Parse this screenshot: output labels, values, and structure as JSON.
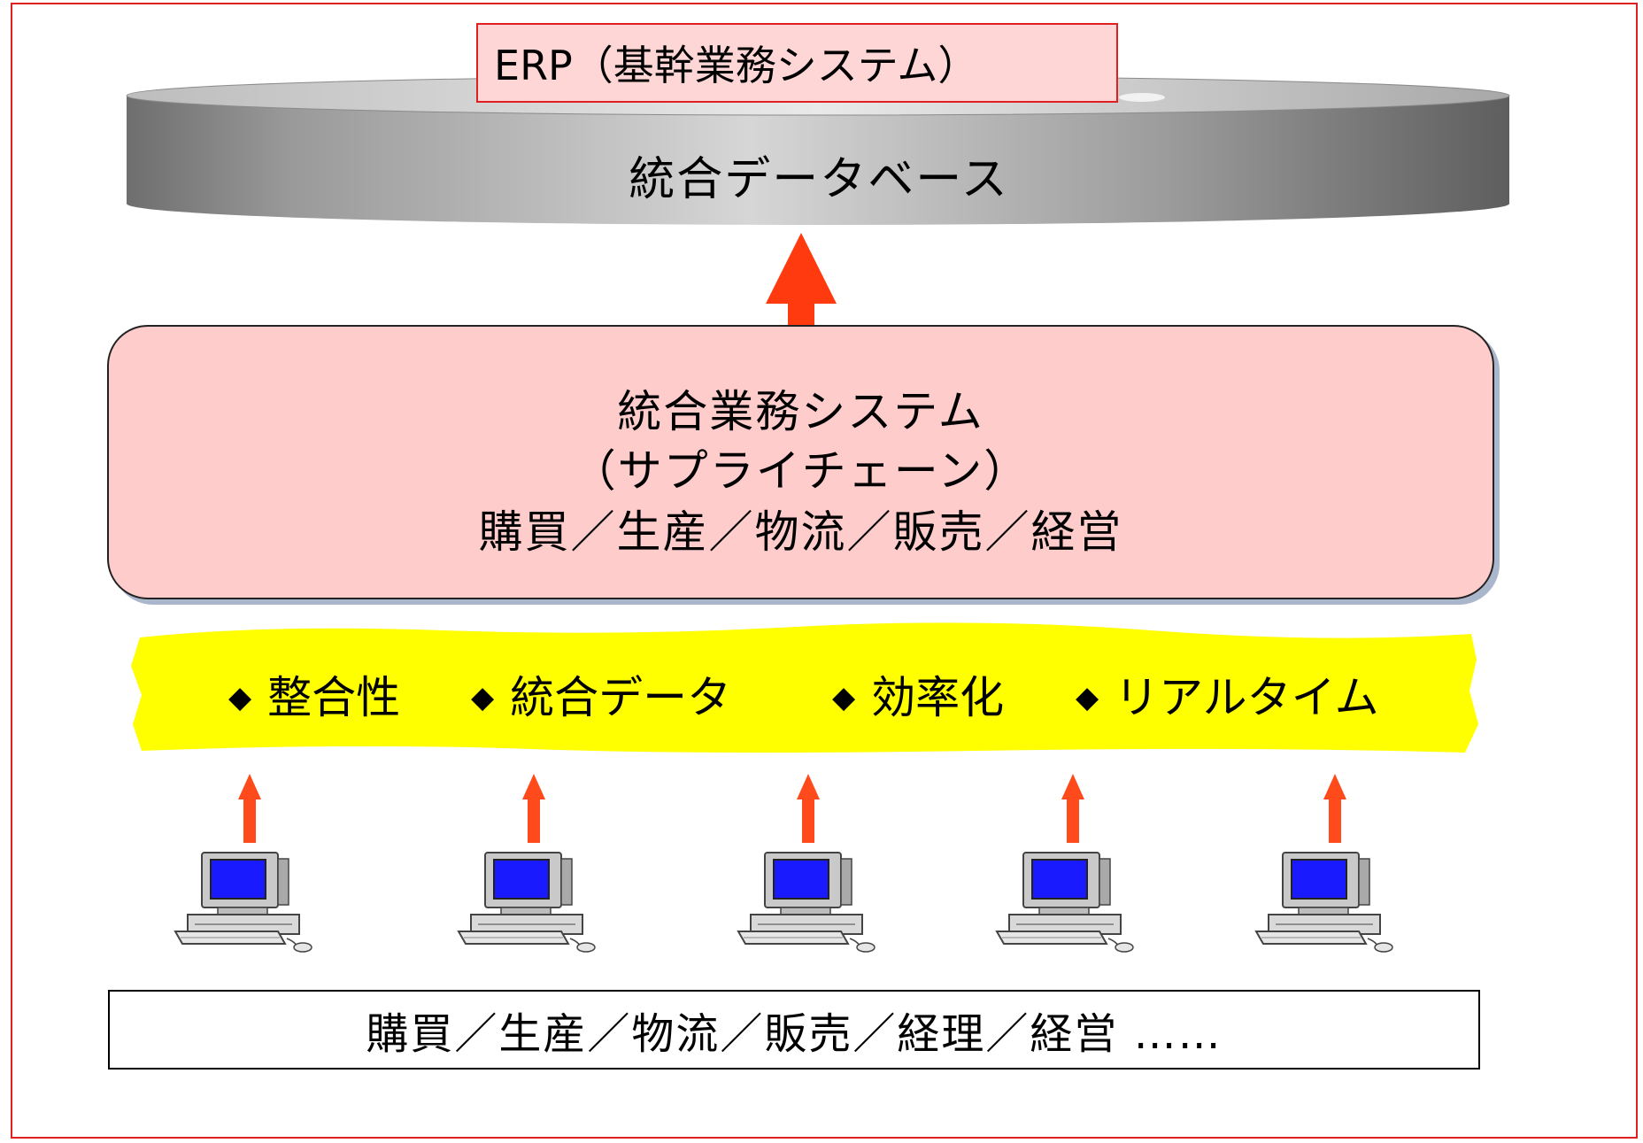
{
  "erp_label": "ERP（基幹業務システム）",
  "database_label": "統合データベース",
  "integrated_system": {
    "line1": "統合業務システム",
    "line2": "（サプライチェーン）",
    "line3": "購買／生産／物流／販売／経営"
  },
  "features": [
    {
      "marker": "◆",
      "label": "整合性"
    },
    {
      "marker": "◆",
      "label": "統合データ"
    },
    {
      "marker": "◆",
      "label": "効率化"
    },
    {
      "marker": "◆",
      "label": "リアルタイム"
    }
  ],
  "bottom_label": "購買／生産／物流／販売／経理／経営 ……",
  "terminal_count": 5,
  "colors": {
    "frame": "#e0201e",
    "arrow": "#ff4a1c",
    "system_box_fill": "#ffcccc",
    "erp_label_fill": "#ffd6d6",
    "highlight": "#ffff00",
    "screen": "#1a1aff"
  }
}
